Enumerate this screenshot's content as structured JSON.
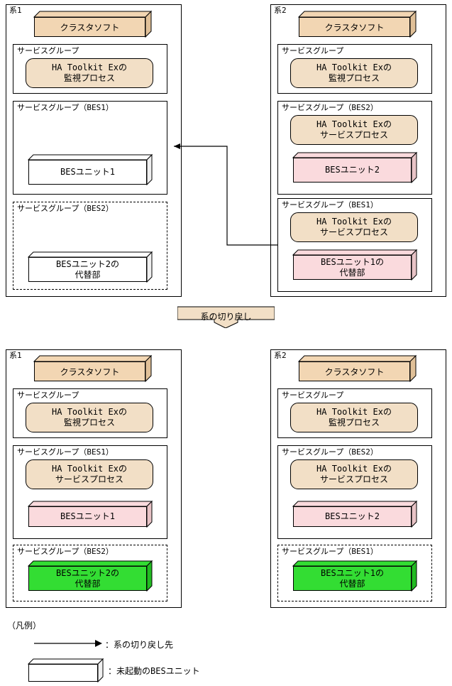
{
  "diagram": {
    "title_banner": "系の切り戻し",
    "top": {
      "system1": {
        "label": "系1",
        "cluster": "クラスタソフト",
        "groups": [
          {
            "label": "サービスグループ",
            "procs": [
              "HA Toolkit Exの\n監視プロセス"
            ]
          },
          {
            "label": "サービスグループ（BES1）",
            "units": [
              "BESユニット1"
            ]
          },
          {
            "label": "サービスグループ（BES2）",
            "units": [
              "BESユニット2の\n代替部"
            ]
          }
        ]
      },
      "system2": {
        "label": "系2",
        "cluster": "クラスタソフト",
        "groups": [
          {
            "label": "サービスグループ",
            "procs": [
              "HA Toolkit Exの\n監視プロセス"
            ]
          },
          {
            "label": "サービスグループ（BES2）",
            "procs": [
              "HA Toolkit Exの\nサービスプロセス"
            ],
            "units": [
              "BESユニット2"
            ]
          },
          {
            "label": "サービスグループ（BES1）",
            "procs": [
              "HA Toolkit Exの\nサービスプロセス"
            ],
            "units": [
              "BESユニット1の\n代替部"
            ]
          }
        ]
      }
    },
    "bottom": {
      "system1": {
        "label": "系1",
        "cluster": "クラスタソフト",
        "groups": [
          {
            "label": "サービスグループ",
            "procs": [
              "HA Toolkit Exの\n監視プロセス"
            ]
          },
          {
            "label": "サービスグループ（BES1）",
            "procs": [
              "HA Toolkit Exの\nサービスプロセス"
            ],
            "units": [
              "BESユニット1"
            ]
          },
          {
            "label": "サービスグループ（BES2）",
            "units": [
              "BESユニット2の\n代替部"
            ]
          }
        ]
      },
      "system2": {
        "label": "系2",
        "cluster": "クラスタソフト",
        "groups": [
          {
            "label": "サービスグループ",
            "procs": [
              "HA Toolkit Exの\n監視プロセス"
            ]
          },
          {
            "label": "サービスグループ（BES2）",
            "procs": [
              "HA Toolkit Exの\nサービスプロセス"
            ],
            "units": [
              "BESユニット2"
            ]
          },
          {
            "label": "サービスグループ（BES1）",
            "units": [
              "BESユニット1の\n代替部"
            ]
          }
        ]
      }
    },
    "legend": {
      "title": "（凡例）",
      "items": [
        {
          "symbol": "arrow",
          "text": "：系の切り戻し先"
        },
        {
          "symbol": "box",
          "text": "：未起動のBESユニット"
        }
      ]
    },
    "colors": {
      "cluster_fill": "#f2d6b3",
      "process_fill": "#f2dfc6",
      "unit_pink": "#fadadd",
      "unit_green": "#33dd33",
      "unit_white": "#ffffff",
      "banner_fill": "#f2dfc6",
      "line": "#000000"
    }
  }
}
